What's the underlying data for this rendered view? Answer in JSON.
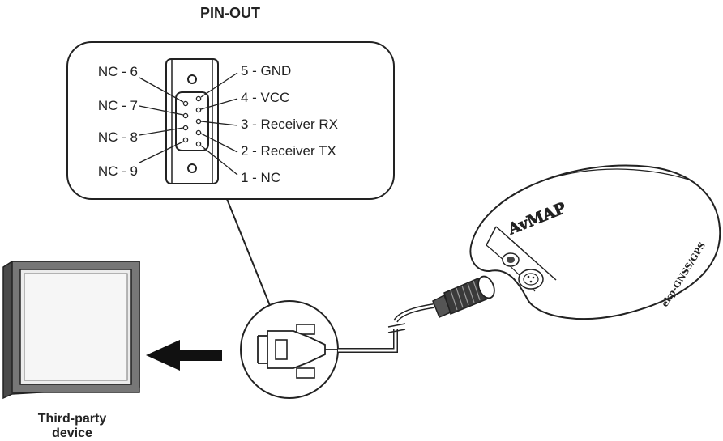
{
  "diagram": {
    "title": "PIN-OUT",
    "left_pins": [
      "NC - 6",
      "NC - 7",
      "NC - 8",
      "NC - 9"
    ],
    "right_pins": [
      "5 - GND",
      "4 - VCC",
      "3 - Receiver RX",
      "2 - Receiver TX",
      "1 - NC"
    ],
    "device_caption_line1": "Third-party",
    "device_caption_line2": "device",
    "brand_label": "AvMAP",
    "brand_label_side": "ekp-GNSS/GPS"
  },
  "icons": {
    "connector": "db9-connector-icon",
    "arrow": "arrow-left-icon",
    "monitor": "display-monitor-icon",
    "receiver": "gnss-receiver-dome-icon"
  }
}
